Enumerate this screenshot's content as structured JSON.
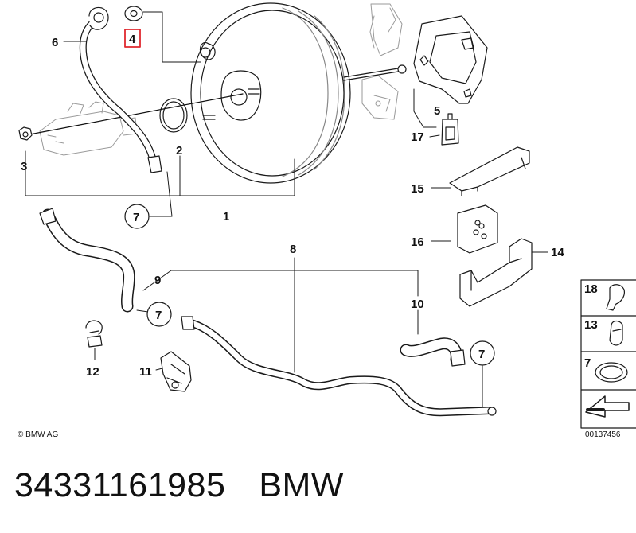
{
  "copyright": "© BMW AG",
  "diagram_number": "00137456",
  "part_number": "34331161985",
  "brand": "BMW",
  "highlighted_callout": "4",
  "callouts": {
    "c1": "1",
    "c2": "2",
    "c3": "3",
    "c4": "4",
    "c5": "5",
    "c6": "6",
    "c7a": "7",
    "c7b": "7",
    "c7c": "7",
    "c8": "8",
    "c9": "9",
    "c10": "10",
    "c11": "11",
    "c12": "12",
    "c14": "14",
    "c15": "15",
    "c16": "16",
    "c17": "17"
  },
  "legend": {
    "l18": "18",
    "l13": "13",
    "l7": "7"
  },
  "colors": {
    "line": "#1a1a1a",
    "highlight": "#e0292f",
    "fill": "#ffffff"
  }
}
